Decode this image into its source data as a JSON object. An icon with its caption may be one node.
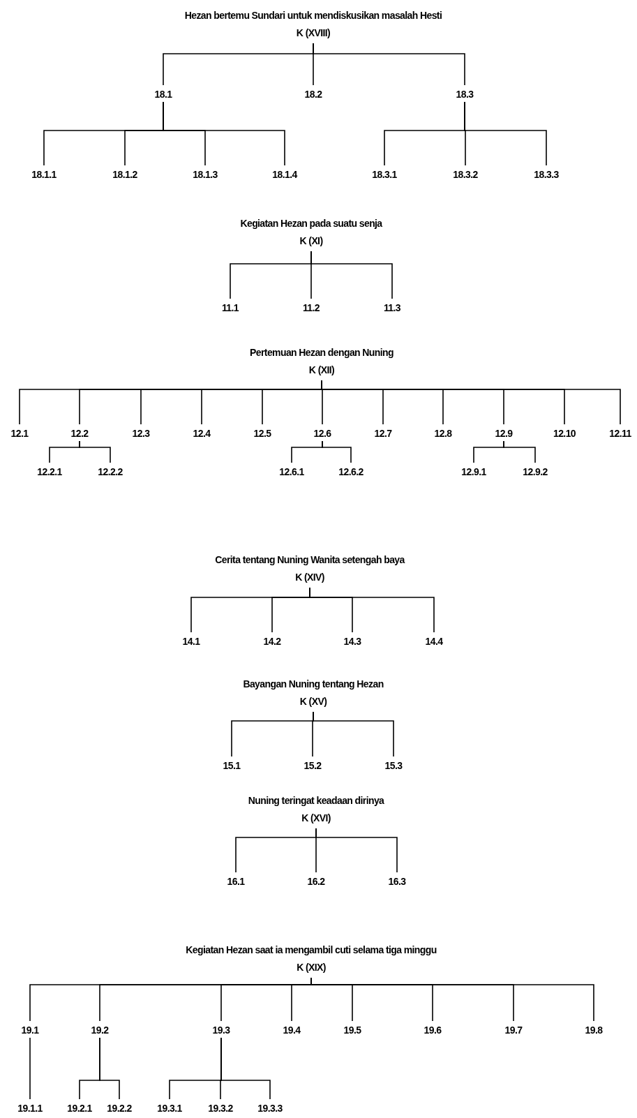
{
  "diagram": {
    "nodes": [
      {
        "text": [
          "Hezan bertemu Sundari untuk mendiskusikan masalah Hesti",
          "K (XVIII)"
        ]
      },
      {
        "text": [
          "18.1"
        ]
      },
      {
        "text": [
          "18.2"
        ]
      },
      {
        "text": [
          "18.3"
        ]
      },
      {
        "text": [
          "18.1.1"
        ]
      },
      {
        "text": [
          "18.1.2"
        ]
      },
      {
        "text": [
          "18.1.3"
        ]
      },
      {
        "text": [
          "18.1.4"
        ]
      },
      {
        "text": [
          "18.3.1"
        ]
      },
      {
        "text": [
          "18.3.2"
        ]
      },
      {
        "text": [
          "18.3.3"
        ]
      },
      {
        "text": [
          "Kegiatan Hezan pada suatu senja",
          "K (XI)"
        ]
      },
      {
        "text": [
          "11.1"
        ]
      },
      {
        "text": [
          "11.2"
        ]
      },
      {
        "text": [
          "11.3"
        ]
      },
      {
        "text": [
          "Pertemuan Hezan dengan Nuning",
          "K (XII)"
        ]
      },
      {
        "text": [
          "12.1"
        ]
      },
      {
        "text": [
          "12.2"
        ]
      },
      {
        "text": [
          "12.3"
        ]
      },
      {
        "text": [
          "12.4"
        ]
      },
      {
        "text": [
          "12.5"
        ]
      },
      {
        "text": [
          "12.6"
        ]
      },
      {
        "text": [
          "12.7"
        ]
      },
      {
        "text": [
          "12.8"
        ]
      },
      {
        "text": [
          "12.9"
        ]
      },
      {
        "text": [
          "12.10"
        ]
      },
      {
        "text": [
          "12.11"
        ]
      },
      {
        "text": [
          "12.2.1"
        ]
      },
      {
        "text": [
          "12.2.2"
        ]
      },
      {
        "text": [
          "12.6.1"
        ]
      },
      {
        "text": [
          "12.6.2"
        ]
      },
      {
        "text": [
          "12.9.1"
        ]
      },
      {
        "text": [
          "12.9.2"
        ]
      },
      {
        "text": [
          "Cerita tentang Nuning Wanita setengah baya",
          "K (XIV)"
        ]
      },
      {
        "text": [
          "14.1"
        ]
      },
      {
        "text": [
          "14.2"
        ]
      },
      {
        "text": [
          "14.3"
        ]
      },
      {
        "text": [
          "14.4"
        ]
      },
      {
        "text": [
          "Bayangan Nuning tentang Hezan",
          "K (XV)"
        ]
      },
      {
        "text": [
          "15.1"
        ]
      },
      {
        "text": [
          "15.2"
        ]
      },
      {
        "text": [
          "15.3"
        ]
      },
      {
        "text": [
          "Nuning teringat keadaan dirinya",
          "K (XVI)"
        ]
      },
      {
        "text": [
          "16.1"
        ]
      },
      {
        "text": [
          "16.2"
        ]
      },
      {
        "text": [
          "16.3"
        ]
      },
      {
        "text": [
          "Kegiatan Hezan saat ia mengambil cuti selama tiga minggu",
          "K (XIX)"
        ]
      },
      {
        "text": [
          "19.1"
        ]
      },
      {
        "text": [
          "19.2"
        ]
      },
      {
        "text": [
          "19.3"
        ]
      },
      {
        "text": [
          "19.4"
        ]
      },
      {
        "text": [
          "19.5"
        ]
      },
      {
        "text": [
          "19.6"
        ]
      },
      {
        "text": [
          "19.7"
        ]
      },
      {
        "text": [
          "19.8"
        ]
      },
      {
        "text": [
          "19.1.1"
        ]
      },
      {
        "text": [
          "19.2.1"
        ]
      },
      {
        "text": [
          "19.2.2"
        ]
      },
      {
        "text": [
          "19.3.1"
        ]
      },
      {
        "text": [
          "19.3.2"
        ]
      },
      {
        "text": [
          "19.3.3"
        ]
      }
    ],
    "edges": [
      {
        "from": 0,
        "to": 1,
        "arrow": "none"
      },
      {
        "from": 0,
        "to": 2,
        "arrow": "none"
      },
      {
        "from": 0,
        "to": 3,
        "arrow": "none"
      },
      {
        "from": 1,
        "to": 4,
        "arrow": "none"
      },
      {
        "from": 1,
        "to": 5,
        "arrow": "none"
      },
      {
        "from": 1,
        "to": 6,
        "arrow": "none"
      },
      {
        "from": 1,
        "to": 7,
        "arrow": "none"
      },
      {
        "from": 3,
        "to": 8,
        "arrow": "none"
      },
      {
        "from": 3,
        "to": 9,
        "arrow": "none"
      },
      {
        "from": 3,
        "to": 10,
        "arrow": "none"
      },
      {
        "from": 11,
        "to": 12,
        "arrow": "none"
      },
      {
        "from": 11,
        "to": 13,
        "arrow": "none"
      },
      {
        "from": 11,
        "to": 14,
        "arrow": "none"
      },
      {
        "from": 15,
        "to": 16,
        "arrow": "none"
      },
      {
        "from": 15,
        "to": 17,
        "arrow": "none"
      },
      {
        "from": 15,
        "to": 18,
        "arrow": "none"
      },
      {
        "from": 15,
        "to": 19,
        "arrow": "none"
      },
      {
        "from": 15,
        "to": 20,
        "arrow": "none"
      },
      {
        "from": 15,
        "to": 21,
        "arrow": "none"
      },
      {
        "from": 15,
        "to": 22,
        "arrow": "none"
      },
      {
        "from": 15,
        "to": 23,
        "arrow": "none"
      },
      {
        "from": 15,
        "to": 24,
        "arrow": "none"
      },
      {
        "from": 15,
        "to": 25,
        "arrow": "none"
      },
      {
        "from": 15,
        "to": 26,
        "arrow": "none"
      },
      {
        "from": 17,
        "to": 27,
        "arrow": "none"
      },
      {
        "from": 17,
        "to": 28,
        "arrow": "none"
      },
      {
        "from": 21,
        "to": 29,
        "arrow": "none"
      },
      {
        "from": 21,
        "to": 30,
        "arrow": "none"
      },
      {
        "from": 24,
        "to": 31,
        "arrow": "none"
      },
      {
        "from": 24,
        "to": 32,
        "arrow": "none"
      },
      {
        "from": 33,
        "to": 34,
        "arrow": "none"
      },
      {
        "from": 33,
        "to": 35,
        "arrow": "none"
      },
      {
        "from": 33,
        "to": 36,
        "arrow": "none"
      },
      {
        "from": 33,
        "to": 37,
        "arrow": "none"
      },
      {
        "from": 38,
        "to": 39,
        "arrow": "none"
      },
      {
        "from": 38,
        "to": 40,
        "arrow": "none"
      },
      {
        "from": 38,
        "to": 41,
        "arrow": "none"
      },
      {
        "from": 42,
        "to": 43,
        "arrow": "none"
      },
      {
        "from": 42,
        "to": 44,
        "arrow": "none"
      },
      {
        "from": 42,
        "to": 45,
        "arrow": "none"
      },
      {
        "from": 46,
        "to": 47,
        "arrow": "none"
      },
      {
        "from": 46,
        "to": 48,
        "arrow": "none"
      },
      {
        "from": 46,
        "to": 49,
        "arrow": "none"
      },
      {
        "from": 46,
        "to": 50,
        "arrow": "none"
      },
      {
        "from": 46,
        "to": 51,
        "arrow": "none"
      },
      {
        "from": 46,
        "to": 52,
        "arrow": "none"
      },
      {
        "from": 46,
        "to": 53,
        "arrow": "none"
      },
      {
        "from": 46,
        "to": 54,
        "arrow": "none"
      },
      {
        "from": 47,
        "to": 55,
        "arrow": "none"
      },
      {
        "from": 48,
        "to": 56,
        "arrow": "none"
      },
      {
        "from": 48,
        "to": 57,
        "arrow": "none"
      },
      {
        "from": 49,
        "to": 58,
        "arrow": "none"
      },
      {
        "from": 49,
        "to": 59,
        "arrow": "none"
      },
      {
        "from": 49,
        "to": 60,
        "arrow": "none"
      }
    ]
  }
}
